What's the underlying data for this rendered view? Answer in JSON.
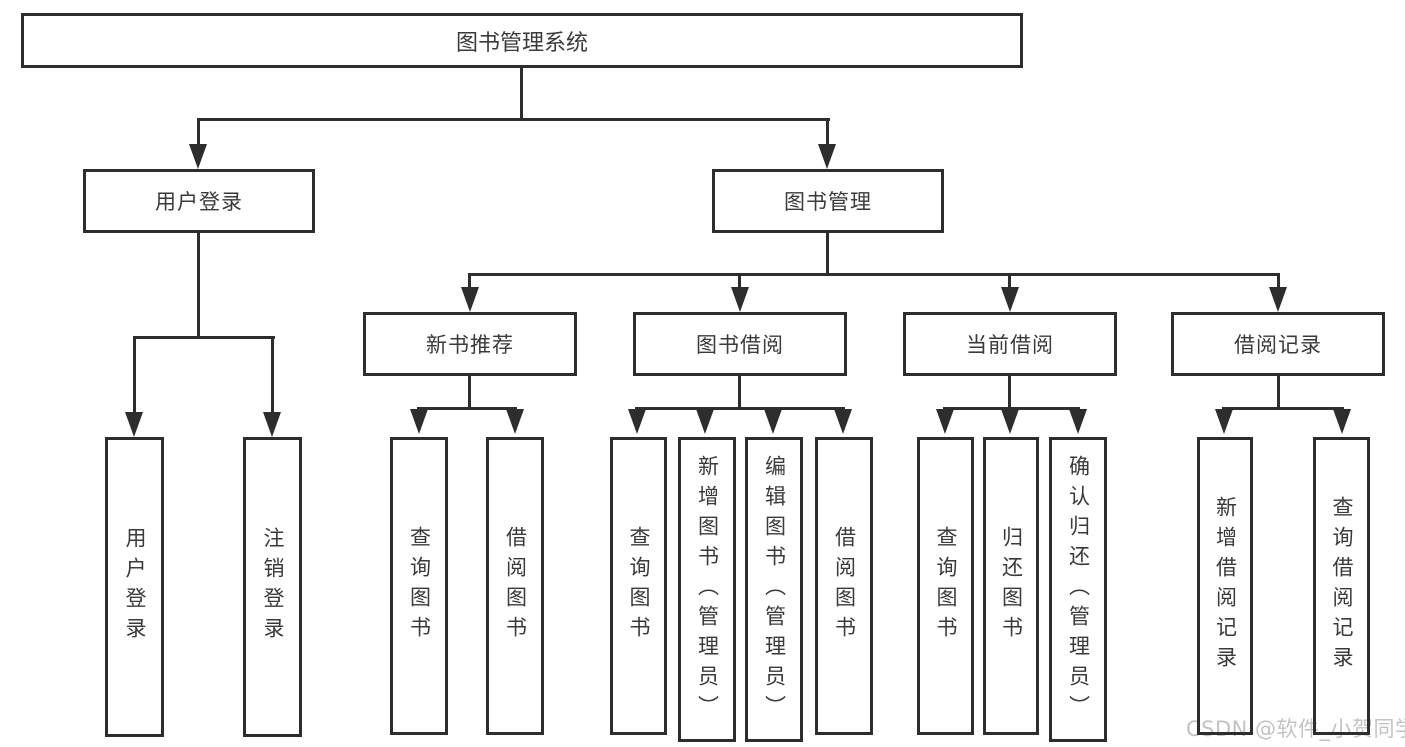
{
  "diagram": {
    "title": "图书管理系统",
    "level2": [
      {
        "label": "用户登录"
      },
      {
        "label": "图书管理"
      }
    ],
    "level3": [
      {
        "label": "新书推荐"
      },
      {
        "label": "图书借阅"
      },
      {
        "label": "当前借阅"
      },
      {
        "label": "借阅记录"
      }
    ],
    "leaves": {
      "user_login": [
        {
          "label": "用户登录"
        },
        {
          "label": "注销登录"
        }
      ],
      "new_books": [
        {
          "label": "查询图书"
        },
        {
          "label": "借阅图书"
        }
      ],
      "book_borrow": [
        {
          "label": "查询图书"
        },
        {
          "label": "新增图书（管理员）"
        },
        {
          "label": "编辑图书（管理员）"
        },
        {
          "label": "借阅图书"
        }
      ],
      "current_borrow": [
        {
          "label": "查询图书"
        },
        {
          "label": "归还图书"
        },
        {
          "label": "确认归还（管理员）"
        }
      ],
      "borrow_records": [
        {
          "label": "新增借阅记录"
        },
        {
          "label": "查询借阅记录"
        }
      ]
    },
    "colors": {
      "line": "#2d2d2d",
      "text": "#3a3a3a",
      "background": "#ffffff",
      "watermark": "#c3c3c3"
    }
  },
  "watermark": {
    "text": "CSDN @软件_小贺同学"
  }
}
